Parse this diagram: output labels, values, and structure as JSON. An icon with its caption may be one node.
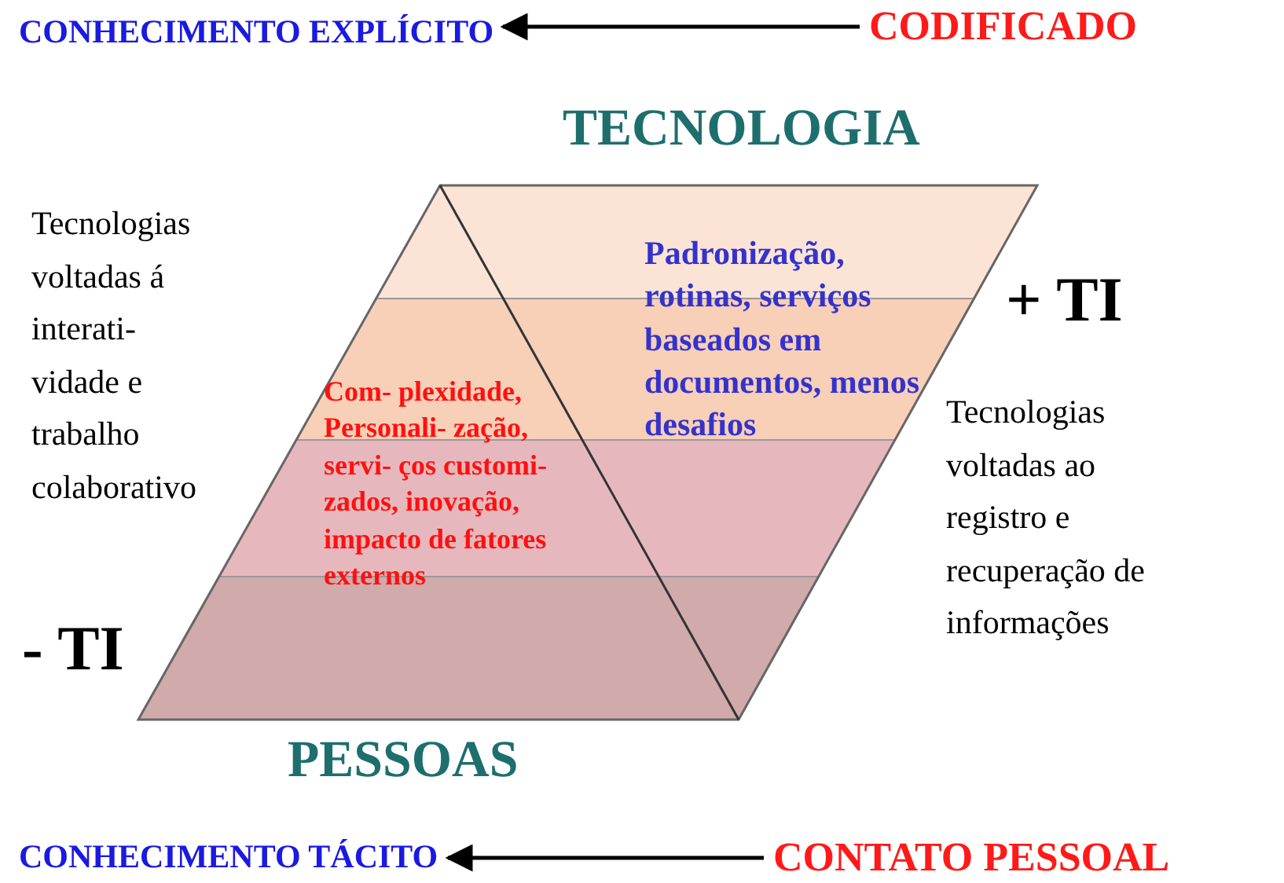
{
  "diagram": {
    "nodes": [
      {
        "text": [
          "CONHECIMENTO EXPLÍCITO"
        ]
      },
      {
        "text": [
          "CODIFICADO"
        ]
      },
      {
        "text": [
          "CONHECIMENTO TÁCITO"
        ]
      },
      {
        "text": [
          "CONTATO PESSOAL"
        ]
      }
    ],
    "edges": [
      {
        "from": 1,
        "to": 0,
        "arrow": "to"
      },
      {
        "from": 3,
        "to": 2,
        "arrow": "to"
      }
    ],
    "labels": [
      "TECNOLOGIA",
      "Tecnologias voltadas á interati- vidade e trabalho colaborativo",
      "Padronização, rotinas, serviços baseados em documentos, menos desafios",
      "+ TI",
      "Com- plexidade, Personali- zação, servi- ços customi- zados, inovação, impacto de fatores externos",
      "Tecnologias voltadas ao registro e recuperação de informações",
      "- TI",
      "PESSOAS"
    ]
  }
}
